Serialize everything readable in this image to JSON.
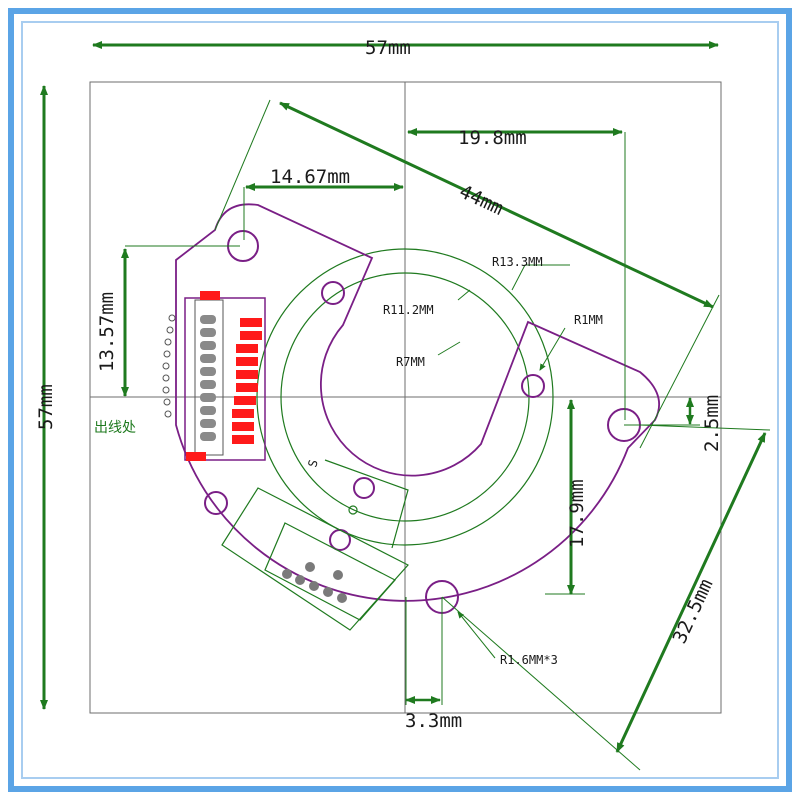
{
  "dimensions": {
    "top_width": "57mm",
    "left_height": "57mm",
    "diag_44": "44mm",
    "d_19_8": "19.8mm",
    "d_14_67": "14.67mm",
    "d_13_57": "13.57mm",
    "d_17_9": "17.9mm",
    "d_2_5": "2.5mm",
    "d_32_5": "32.5mm",
    "d_3_3": "3.3mm"
  },
  "radii": {
    "r13_3": "R13.3MM",
    "r11_2": "R11.2MM",
    "r7": "R7MM",
    "r1": "R1MM",
    "r1_6": "R1.6MM*3"
  },
  "labels": {
    "outlet": "出线处",
    "s_mark": "S"
  },
  "colors": {
    "frame_blue": "#5ba4e6",
    "board_purple": "#7a1f86",
    "dim_green": "#1f7a1f",
    "pad_red": "#ff1a1a",
    "pin_gray": "#8a8a8a"
  }
}
